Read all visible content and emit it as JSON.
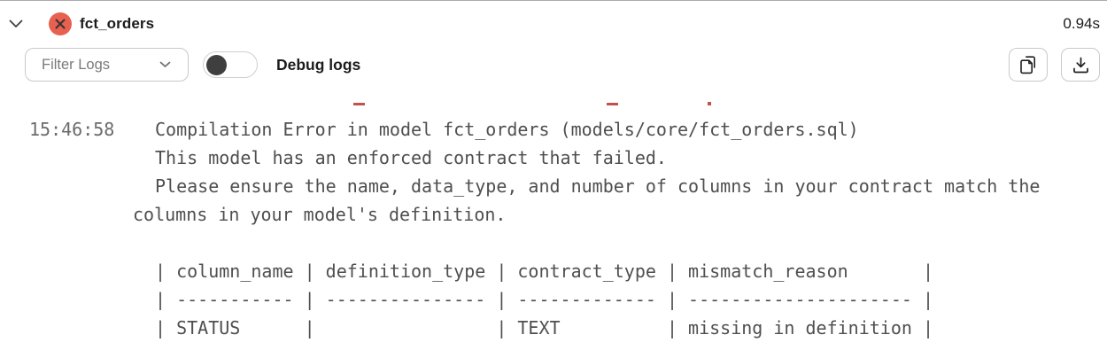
{
  "header": {
    "title": "fct_orders",
    "duration": "0.94s",
    "status": "error"
  },
  "toolbar": {
    "filter_label": "Filter Logs",
    "debug_toggle_label": "Debug logs",
    "debug_toggle_on": false
  },
  "icons": {
    "collapse": "chevron-down-icon",
    "status": "error-x-icon",
    "filter_chevron": "chevron-down-icon",
    "copy": "copy-icon",
    "download": "download-icon"
  },
  "colors": {
    "error_badge": "#e8604f",
    "clipped_red_text": "#c0544c",
    "log_text": "#4f4f4f",
    "timestamp_text": "#6b6b6b"
  },
  "log": {
    "timestamp": "15:46:58",
    "lines": [
      {
        "text": "Compilation Error in model fct_orders (models/core/fct_orders.sql)"
      },
      {
        "text": "This model has an enforced contract that failed."
      },
      {
        "text": "Please ensure the name, data_type, and number of columns in your contract match the"
      },
      {
        "text": "columns in your model's definition.",
        "outdent": true
      },
      {
        "text": ""
      },
      {
        "text": "| column_name | definition_type | contract_type | mismatch_reason       |"
      },
      {
        "text": "| ----------- | --------------- | ------------- | --------------------- |"
      },
      {
        "text": "| STATUS      |                 | TEXT          | missing in definition |"
      }
    ]
  }
}
